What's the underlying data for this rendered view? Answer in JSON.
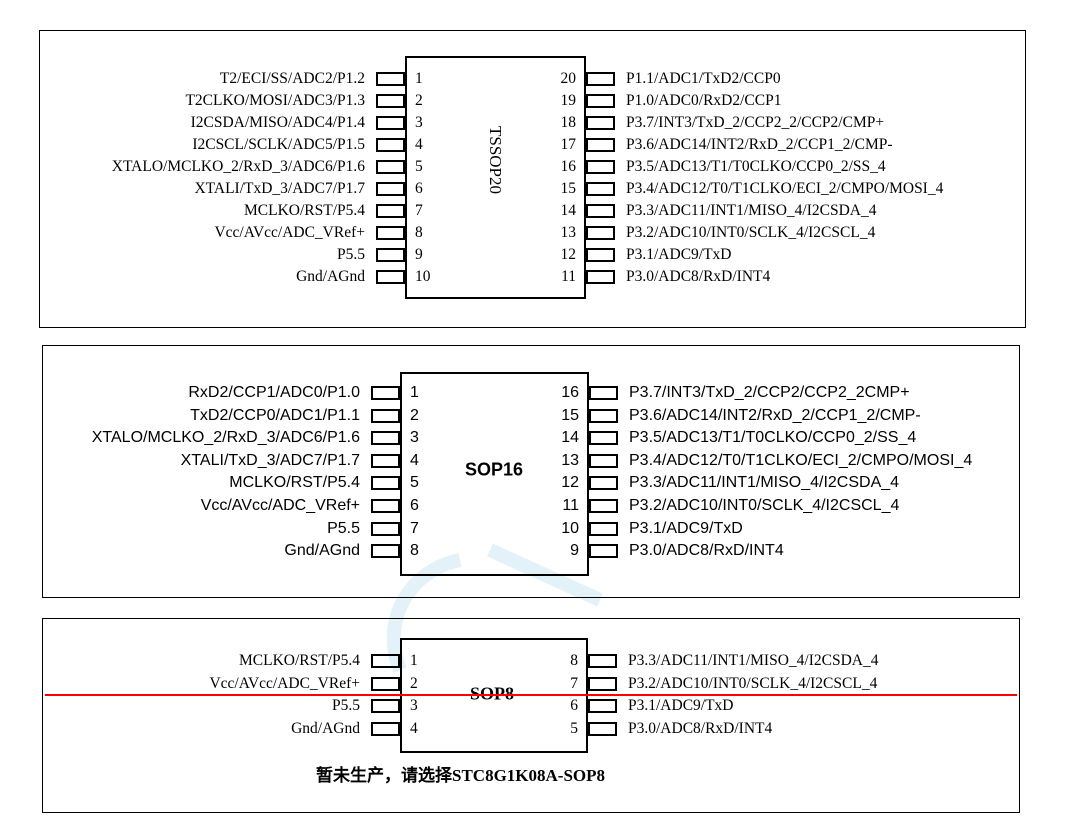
{
  "chips": [
    {
      "name": "TSSOP20",
      "left_pins": [
        {
          "num": "1",
          "label": "T2/ECI/SS/ADC2/P1.2"
        },
        {
          "num": "2",
          "label": "T2CLKO/MOSI/ADC3/P1.3"
        },
        {
          "num": "3",
          "label": "I2CSDA/MISO/ADC4/P1.4"
        },
        {
          "num": "4",
          "label": "I2CSCL/SCLK/ADC5/P1.5"
        },
        {
          "num": "5",
          "label": "XTALO/MCLKO_2/RxD_3/ADC6/P1.6"
        },
        {
          "num": "6",
          "label": "XTALI/TxD_3/ADC7/P1.7"
        },
        {
          "num": "7",
          "label": "MCLKO/RST/P5.4"
        },
        {
          "num": "8",
          "label": "Vcc/AVcc/ADC_VRef+"
        },
        {
          "num": "9",
          "label": "P5.5"
        },
        {
          "num": "10",
          "label": "Gnd/AGnd"
        }
      ],
      "right_pins": [
        {
          "num": "20",
          "label": "P1.1/ADC1/TxD2/CCP0"
        },
        {
          "num": "19",
          "label": "P1.0/ADC0/RxD2/CCP1"
        },
        {
          "num": "18",
          "label": "P3.7/INT3/TxD_2/CCP2_2/CCP2/CMP+"
        },
        {
          "num": "17",
          "label": "P3.6/ADC14/INT2/RxD_2/CCP1_2/CMP-"
        },
        {
          "num": "16",
          "label": "P3.5/ADC13/T1/T0CLKO/CCP0_2/SS_4"
        },
        {
          "num": "15",
          "label": "P3.4/ADC12/T0/T1CLKO/ECI_2/CMPO/MOSI_4"
        },
        {
          "num": "14",
          "label": "P3.3/ADC11/INT1/MISO_4/I2CSDA_4"
        },
        {
          "num": "13",
          "label": "P3.2/ADC10/INT0/SCLK_4/I2CSCL_4"
        },
        {
          "num": "12",
          "label": "P3.1/ADC9/TxD"
        },
        {
          "num": "11",
          "label": "P3.0/ADC8/RxD/INT4"
        }
      ]
    },
    {
      "name": "SOP16",
      "left_pins": [
        {
          "num": "1",
          "label": "RxD2/CCP1/ADC0/P1.0"
        },
        {
          "num": "2",
          "label": "TxD2/CCP0/ADC1/P1.1"
        },
        {
          "num": "3",
          "label": "XTALO/MCLKO_2/RxD_3/ADC6/P1.6"
        },
        {
          "num": "4",
          "label": "XTALI/TxD_3/ADC7/P1.7"
        },
        {
          "num": "5",
          "label": "MCLKO/RST/P5.4"
        },
        {
          "num": "6",
          "label": "Vcc/AVcc/ADC_VRef+"
        },
        {
          "num": "7",
          "label": "P5.5"
        },
        {
          "num": "8",
          "label": "Gnd/AGnd"
        }
      ],
      "right_pins": [
        {
          "num": "16",
          "label": "P3.7/INT3/TxD_2/CCP2/CCP2_2CMP+"
        },
        {
          "num": "15",
          "label": "P3.6/ADC14/INT2/RxD_2/CCP1_2/CMP-"
        },
        {
          "num": "14",
          "label": "P3.5/ADC13/T1/T0CLKO/CCP0_2/SS_4"
        },
        {
          "num": "13",
          "label": "P3.4/ADC12/T0/T1CLKO/ECI_2/CMPO/MOSI_4"
        },
        {
          "num": "12",
          "label": "P3.3/ADC11/INT1/MISO_4/I2CSDA_4"
        },
        {
          "num": "11",
          "label": "P3.2/ADC10/INT0/SCLK_4/I2CSCL_4"
        },
        {
          "num": "10",
          "label": "P3.1/ADC9/TxD"
        },
        {
          "num": "9",
          "label": "P3.0/ADC8/RxD/INT4"
        }
      ]
    },
    {
      "name": "SOP8",
      "left_pins": [
        {
          "num": "1",
          "label": "MCLKO/RST/P5.4"
        },
        {
          "num": "2",
          "label": "Vcc/AVcc/ADC_VRef+"
        },
        {
          "num": "3",
          "label": "P5.5"
        },
        {
          "num": "4",
          "label": "Gnd/AGnd"
        }
      ],
      "right_pins": [
        {
          "num": "8",
          "label": "P3.3/ADC11/INT1/MISO_4/I2CSDA_4"
        },
        {
          "num": "7",
          "label": "P3.2/ADC10/INT0/SCLK_4/I2CSCL_4"
        },
        {
          "num": "6",
          "label": "P3.1/ADC9/TxD"
        },
        {
          "num": "5",
          "label": "P3.0/ADC8/RxD/INT4"
        }
      ]
    }
  ],
  "sop8_note": "暂未生产，请选择STC8G1K08A-SOP8",
  "strike_color": "#ff0000"
}
